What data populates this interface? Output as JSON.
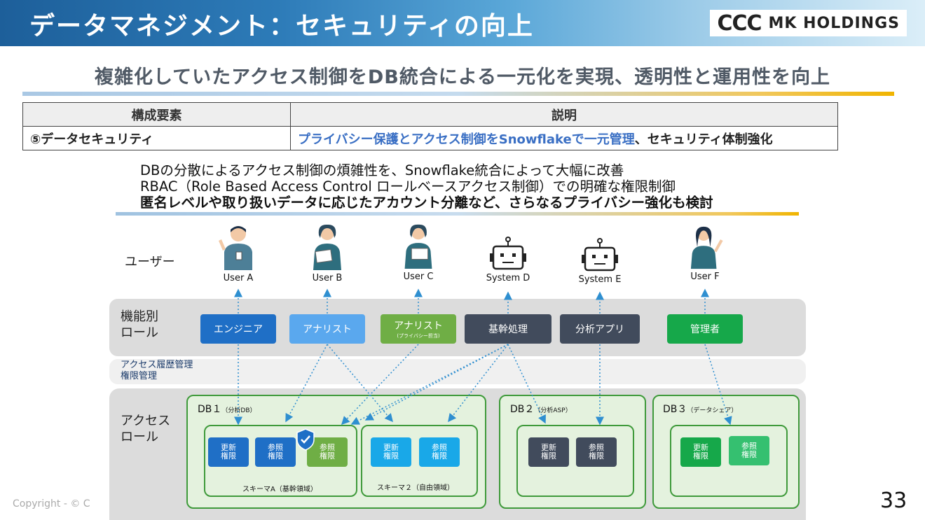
{
  "header": {
    "title": "データマネジメント：セキュリティの向上",
    "logo_mark": "CCC",
    "logo_text": "MK HOLDINGS"
  },
  "subtitle": "複雑化していたアクセス制御をDB統合による一元化を実現、透明性と運用性を向上",
  "table": {
    "headers": [
      "構成要素",
      "説明"
    ],
    "row": {
      "component": "⑤データセキュリティ",
      "desc_accent": "プライバシー保護とアクセス制御をSnowflakeで一元管理",
      "desc_rest": "、セキュリティ体制強化"
    }
  },
  "bullets": [
    "DBの分散によるアクセス制御の煩雑性を、Snowflake統合によって大幅に改善",
    "RBAC（Role Based Access Control ロールベースアクセス制御）での明確な権限制御",
    "匿名レベルや取り扱いデータに応じたアカウント分離など、さらなるプライバシー強化も検討"
  ],
  "diagram": {
    "user_label": "ユーザー",
    "users": [
      {
        "name": "User A",
        "icon": "person-badge-icon"
      },
      {
        "name": "User B",
        "icon": "person-icon"
      },
      {
        "name": "User C",
        "icon": "person-icon"
      },
      {
        "name": "System D",
        "icon": "robot-icon"
      },
      {
        "name": "System E",
        "icon": "robot-icon"
      },
      {
        "name": "User F",
        "icon": "person-waving-icon"
      }
    ],
    "role_label": "機能別\nロール",
    "roles": [
      {
        "label": "エンジニア",
        "sub": "",
        "color": "#1f6fc6"
      },
      {
        "label": "アナリスト",
        "sub": "",
        "color": "#5aa8ee"
      },
      {
        "label": "アナリスト",
        "sub": "(プライバシー担当)",
        "color": "#6fae45"
      },
      {
        "label": "基幹処理",
        "sub": "",
        "color": "#414b5c"
      },
      {
        "label": "分析アプリ",
        "sub": "",
        "color": "#414b5c"
      },
      {
        "label": "管理者",
        "sub": "",
        "color": "#16a84a"
      }
    ],
    "audit_label": "アクセス履歴管理\n権限管理",
    "access_label": "アクセス\nロール",
    "dbs": [
      {
        "title": "DB１",
        "sub": "（分析DB）"
      },
      {
        "title": "DB２",
        "sub": "（分析ASP）"
      },
      {
        "title": "DB３",
        "sub": "（データシェア）"
      }
    ],
    "schemas": [
      "スキーマA（基幹領域）",
      "スキーマ２（自由領域）"
    ],
    "perm_update": "更新\n権限",
    "perm_ref": "参照\n権限",
    "colors": {
      "blue": "#1f6fc6",
      "light_blue": "#19a8e8",
      "green": "#6fae45",
      "slate": "#414b5c",
      "bright_green": "#16a84a",
      "mint": "#35c070",
      "arrow": "#2f8fd0",
      "db_border": "#3f9a3b",
      "db_fill": "#e4f2de"
    }
  },
  "footer": {
    "copyright": "Copyright - © C",
    "page_number": "33"
  }
}
